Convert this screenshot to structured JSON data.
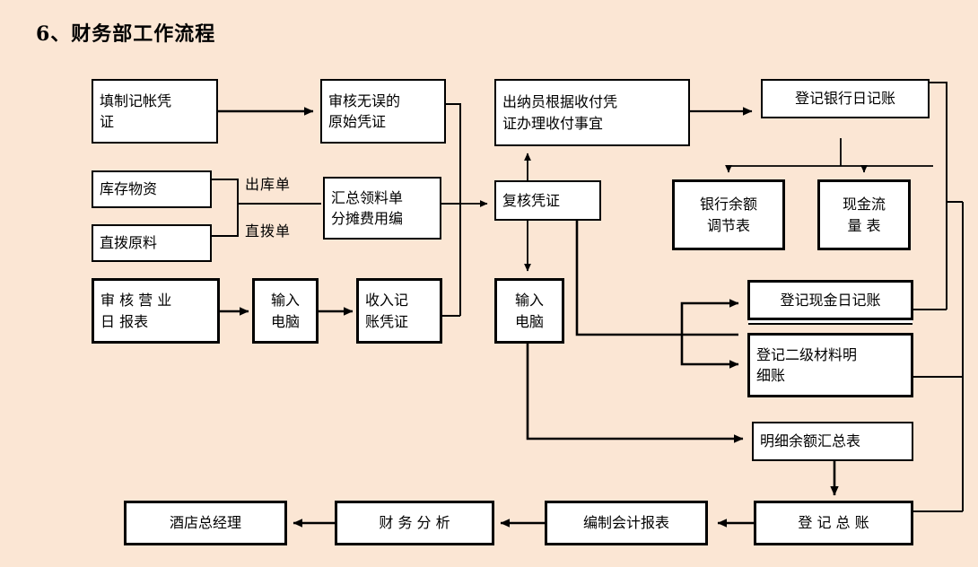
{
  "page": {
    "title": "6、财务部工作流程",
    "background_color": "#fbe6d4",
    "box_fill": "#ffffff",
    "line_color": "#000000"
  },
  "diagram": {
    "type": "flowchart",
    "orientation": "left-to-right, top-to-bottom",
    "nodes": [
      {
        "id": "n1",
        "label": "填制记帐凭\n证"
      },
      {
        "id": "n2",
        "label": "审核无误的\n原始凭证"
      },
      {
        "id": "n3",
        "label": "出纳员根据收付凭\n证办理收付事宜"
      },
      {
        "id": "n4",
        "label": "登记银行日记账"
      },
      {
        "id": "n5",
        "label": "库存物资"
      },
      {
        "id": "n6",
        "label": "直拨原料"
      },
      {
        "id": "n7",
        "label": "汇总领料单\n分摊费用编"
      },
      {
        "id": "n8",
        "label": "复核凭证"
      },
      {
        "id": "n9",
        "label": "银行余额\n调节表"
      },
      {
        "id": "n10",
        "label": "现金流\n量    表"
      },
      {
        "id": "n11",
        "label": "审 核 营 业\n日 报表"
      },
      {
        "id": "n12",
        "label": "输入\n电脑"
      },
      {
        "id": "n13",
        "label": "收入记\n账凭证"
      },
      {
        "id": "n14",
        "label": "输入\n电脑"
      },
      {
        "id": "n15",
        "label": "登记现金日记账"
      },
      {
        "id": "n16",
        "label": "登记二级材料明\n细账"
      },
      {
        "id": "n17",
        "label": "明细余额汇总表"
      },
      {
        "id": "n18",
        "label": "酒店总经理"
      },
      {
        "id": "n19",
        "label": "财 务 分 析"
      },
      {
        "id": "n20",
        "label": "编制会计报表"
      },
      {
        "id": "n21",
        "label": "登 记 总 账"
      }
    ],
    "edge_labels": [
      {
        "id": "e1",
        "label": "出库单"
      },
      {
        "id": "e2",
        "label": "直拨单"
      }
    ]
  }
}
